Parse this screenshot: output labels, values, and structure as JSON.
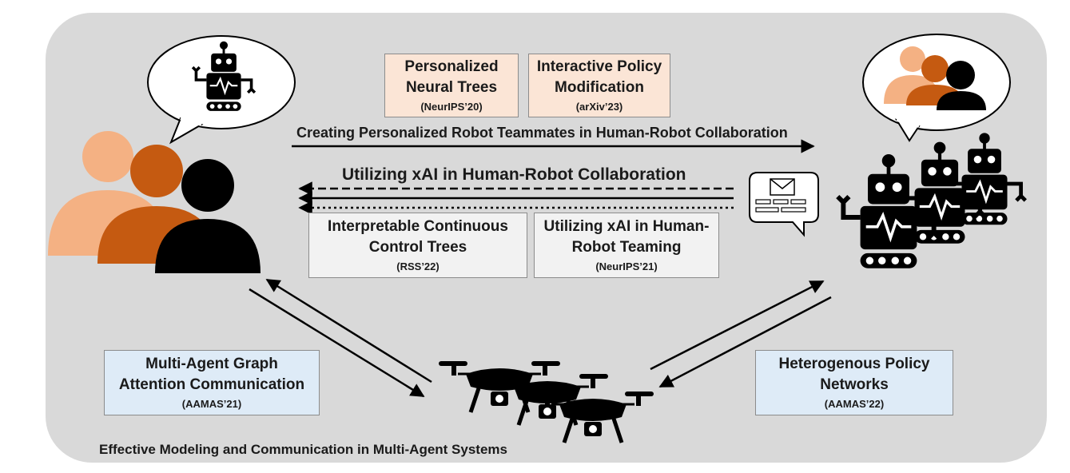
{
  "boxes": {
    "pnt": {
      "title": "Personalized Neural Trees",
      "venue": "(NeurIPS’20)"
    },
    "ipm": {
      "title": "Interactive Policy Modification",
      "venue": "(arXiv’23)"
    },
    "icct": {
      "title": "Interpretable Continuous Control Trees",
      "venue": "(RSS’22)"
    },
    "xai": {
      "title": "Utilizing xAI in Human-Robot Teaming",
      "venue": "(NeurIPS’21)"
    },
    "magic": {
      "title": "Multi-Agent Graph Attention Communication",
      "venue": "(AAMAS’21)"
    },
    "hpn": {
      "title": "Heterogenous Policy Networks",
      "venue": "(AAMAS’22)"
    }
  },
  "labels": {
    "top_arrow": "Creating Personalized Robot Teammates in Human-Robot Collaboration",
    "mid_arrow": "Utilizing xAI in Human-Robot Collaboration",
    "bottom": "Effective Modeling and Communication in Multi-Agent Systems"
  },
  "icons": [
    "robot-icon",
    "people-icon",
    "robot-team-icon",
    "message-icon",
    "drone-swarm-icon"
  ],
  "colors": {
    "panel": "#d9d9d9",
    "person_light": "#f4b183",
    "person_mid": "#c55a11",
    "person_dark": "#000000",
    "peach_box": "#fbe5d6",
    "blue_box": "#deebf7"
  }
}
